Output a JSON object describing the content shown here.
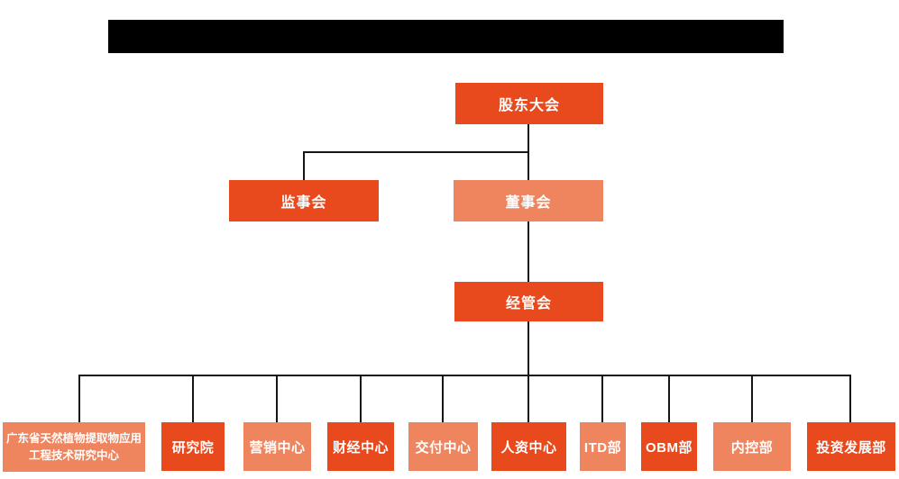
{
  "colors": {
    "primary": "#e8491d",
    "secondary": "#ef855f",
    "line": "#151515",
    "titlebar": "#000000",
    "pagebg": "#ffffff",
    "nodetext": "#ffffff"
  },
  "chart": {
    "type": "org-chart",
    "levels": {
      "shareholders": {
        "label": "股东大会"
      },
      "supervisory": {
        "label": "监事会"
      },
      "board": {
        "label": "董事会"
      },
      "management": {
        "label": "经管会"
      }
    },
    "departments": [
      {
        "label": "广东省天然植物提取物应用工程技术研究中心"
      },
      {
        "label": "研究院"
      },
      {
        "label": "营销中心"
      },
      {
        "label": "财经中心"
      },
      {
        "label": "交付中心"
      },
      {
        "label": "人资中心"
      },
      {
        "label": "ITD部"
      },
      {
        "label": "OBM部"
      },
      {
        "label": "内控部"
      },
      {
        "label": "投资发展部"
      }
    ]
  }
}
